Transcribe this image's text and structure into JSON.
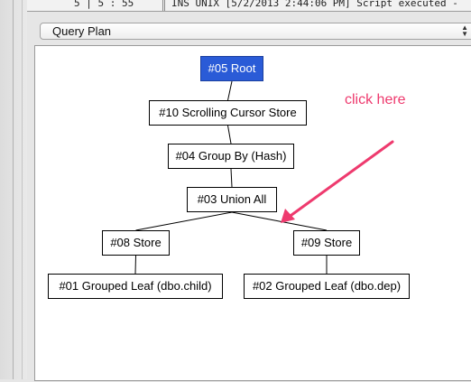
{
  "status_bar": {
    "position": "5 | 5 : 55",
    "mode_text": "INS UNIX [5/2/2013 2:44:06 PM] Script executed -"
  },
  "view_selector": {
    "selected": "Query Plan"
  },
  "plan": {
    "nodes": [
      {
        "id": "05",
        "label": "#05 Root",
        "selected": true
      },
      {
        "id": "10",
        "label": "#10 Scrolling Cursor Store",
        "selected": false
      },
      {
        "id": "04",
        "label": "#04 Group By (Hash)",
        "selected": false
      },
      {
        "id": "03",
        "label": "#03 Union All",
        "selected": false
      },
      {
        "id": "08",
        "label": "#08 Store",
        "selected": false
      },
      {
        "id": "09",
        "label": "#09 Store",
        "selected": false
      },
      {
        "id": "01",
        "label": "#01 Grouped Leaf (dbo.child)",
        "selected": false
      },
      {
        "id": "02",
        "label": "#02 Grouped Leaf (dbo.dep)",
        "selected": false
      }
    ],
    "edges": [
      [
        "05",
        "10"
      ],
      [
        "10",
        "04"
      ],
      [
        "04",
        "03"
      ],
      [
        "03",
        "08"
      ],
      [
        "03",
        "09"
      ],
      [
        "08",
        "01"
      ],
      [
        "09",
        "02"
      ]
    ]
  },
  "annotation": {
    "text": "click here",
    "color": "#ee3a6e"
  },
  "colors": {
    "selected_node_bg": "#2a5bd7",
    "node_border": "#000000",
    "annotation": "#ee3a6e"
  }
}
